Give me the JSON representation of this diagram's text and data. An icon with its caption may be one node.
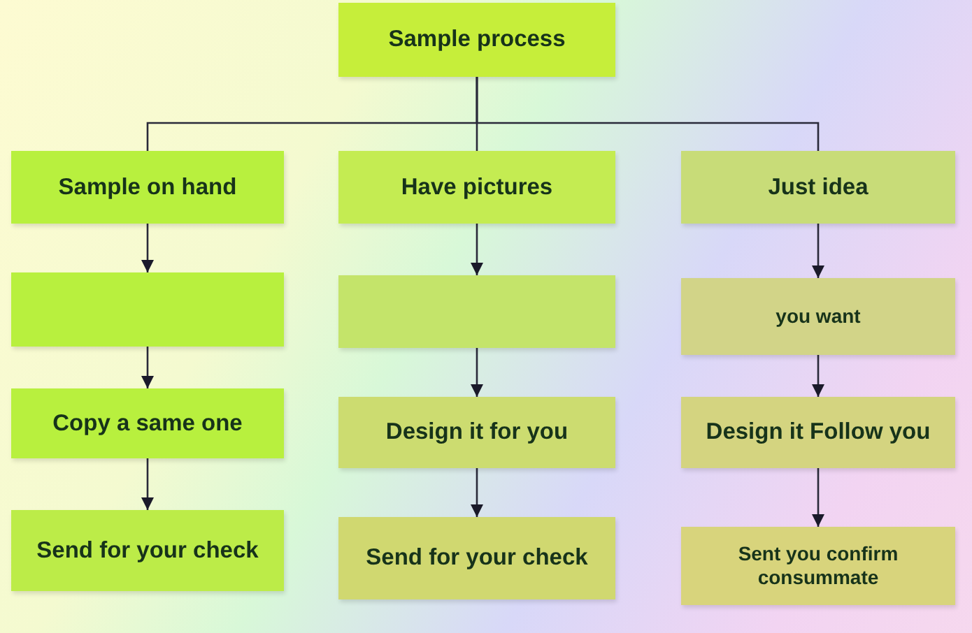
{
  "diagram": {
    "nodes": [
      {
        "text": [
          "Sample process"
        ]
      },
      {
        "text": [
          "Sample on hand"
        ]
      },
      {
        "text": [
          "Have pictures"
        ]
      },
      {
        "text": [
          "Just idea"
        ]
      },
      {
        "text": [],
        "shape": "box"
      },
      {
        "text": [],
        "shape": "box"
      },
      {
        "text": [
          "you want"
        ]
      },
      {
        "text": [
          "Copy a same one"
        ]
      },
      {
        "text": [
          "Design it for you"
        ]
      },
      {
        "text": [
          "Design it Follow you"
        ]
      },
      {
        "text": [
          "Send for your check"
        ]
      },
      {
        "text": [
          "Send for your check"
        ]
      },
      {
        "text": [
          "Sent you confirm consummate"
        ]
      }
    ],
    "edges": [
      {
        "from": 0,
        "to": 1,
        "arrow": "none"
      },
      {
        "from": 0,
        "to": 2,
        "arrow": "none"
      },
      {
        "from": 0,
        "to": 3,
        "arrow": "none"
      },
      {
        "from": 1,
        "to": 4,
        "arrow": "to"
      },
      {
        "from": 2,
        "to": 5,
        "arrow": "to"
      },
      {
        "from": 3,
        "to": 6,
        "arrow": "to"
      },
      {
        "from": 4,
        "to": 7,
        "arrow": "to"
      },
      {
        "from": 5,
        "to": 8,
        "arrow": "to"
      },
      {
        "from": 6,
        "to": 9,
        "arrow": "to"
      },
      {
        "from": 7,
        "to": 10,
        "arrow": "to"
      },
      {
        "from": 8,
        "to": 11,
        "arrow": "to"
      },
      {
        "from": 9,
        "to": 12,
        "arrow": "to"
      }
    ]
  }
}
